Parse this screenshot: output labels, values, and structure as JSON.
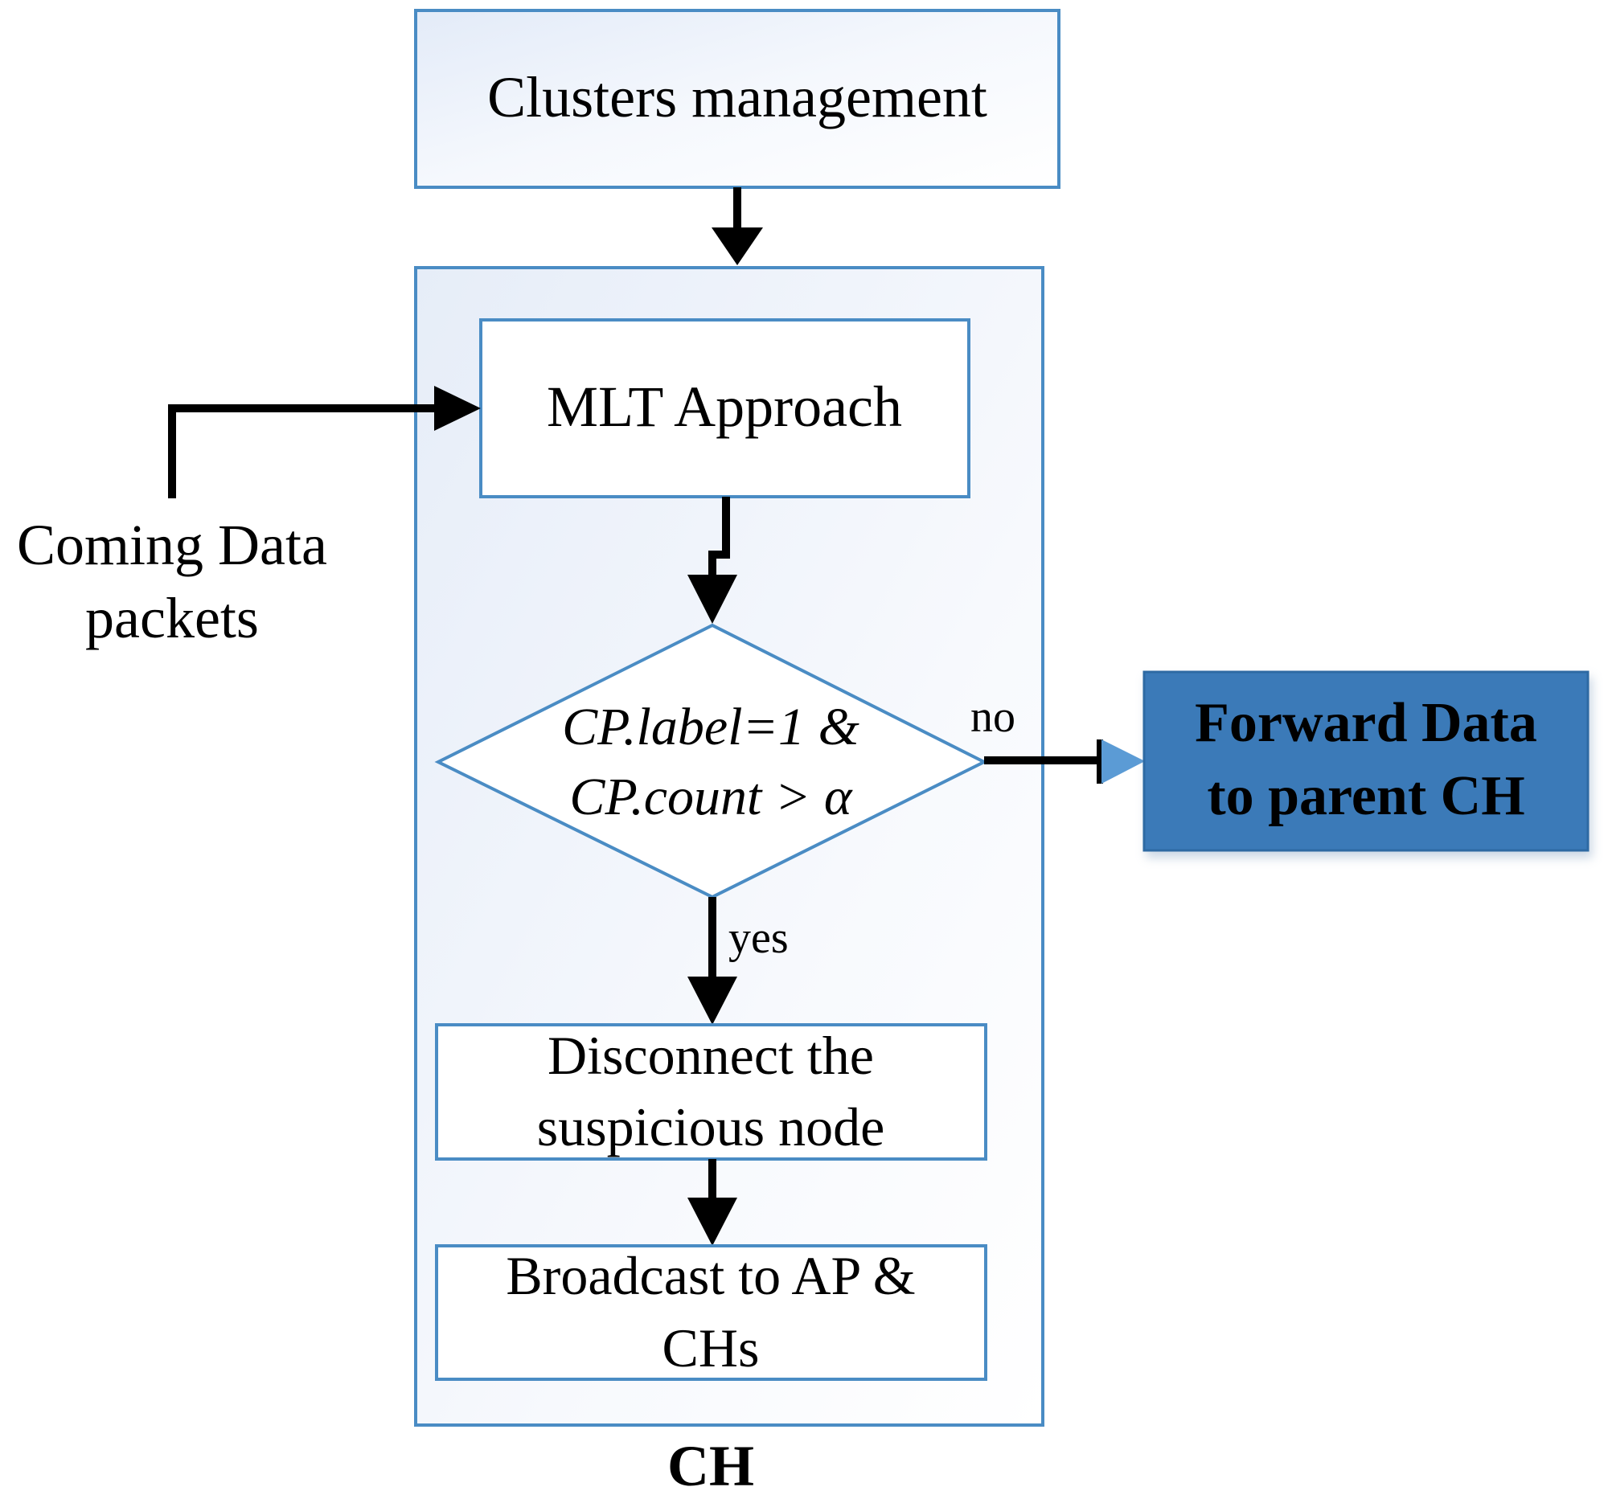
{
  "nodes": {
    "clusters_management": {
      "label": "Clusters management"
    },
    "mlt_approach": {
      "label": "MLT Approach"
    },
    "decision": {
      "line1": "CP.label=1 &",
      "line2": "CP.count > α"
    },
    "disconnect": {
      "line1": "Disconnect the",
      "line2": "suspicious node"
    },
    "broadcast": {
      "line1": "Broadcast to AP &",
      "line2": "CHs"
    },
    "forward": {
      "line1": "Forward Data",
      "line2": "to parent CH"
    },
    "ch_container": {
      "label": "CH"
    }
  },
  "input": {
    "line1": "Coming Data",
    "line2": "packets"
  },
  "edges": {
    "no_label": "no",
    "yes_label": "yes"
  },
  "colors": {
    "box_border": "#4a8cc4",
    "box_fill_light": "#eef3fb",
    "forward_fill": "#3b7ab8",
    "forward_border": "#2f6aa3",
    "arrow": "#000000",
    "forward_arrow_head": "#5b9bd5"
  }
}
